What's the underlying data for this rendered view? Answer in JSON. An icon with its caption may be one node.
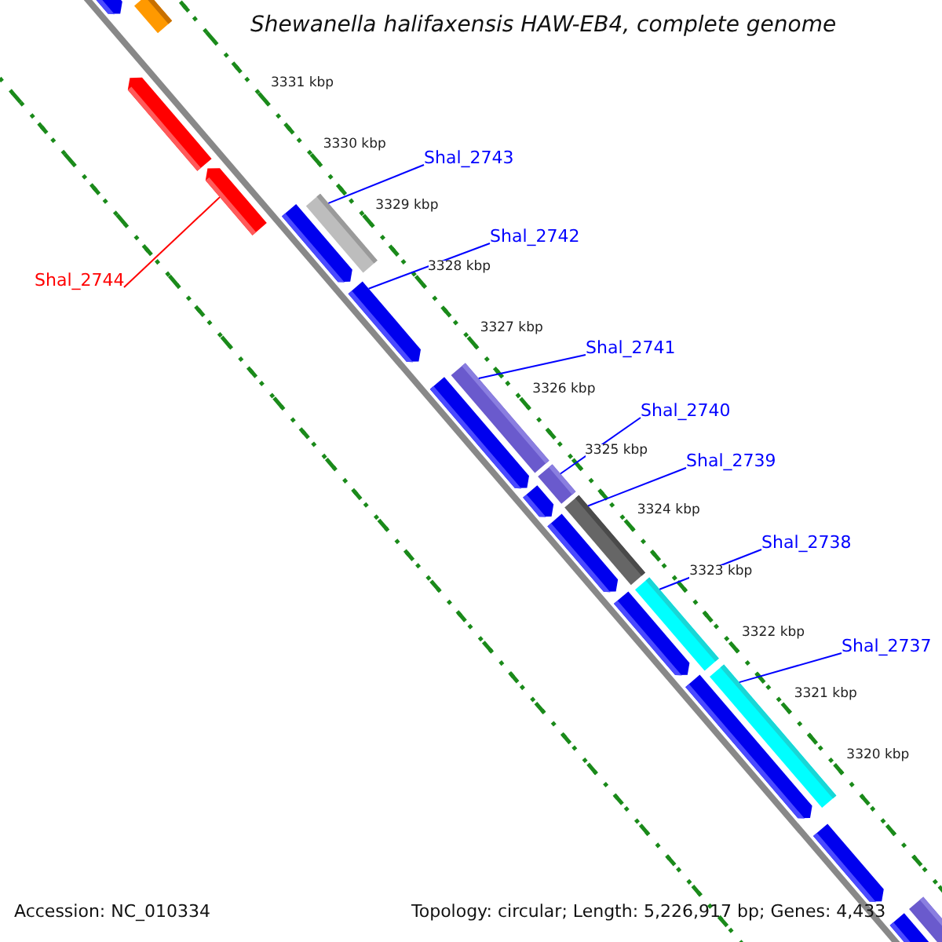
{
  "diagram": {
    "title": "Shewanella halifaxensis HAW-EB4, complete genome",
    "nodes": [
      {
        "text": [
          "Shal_2743"
        ]
      },
      {
        "text": [
          "Shal_2742"
        ]
      },
      {
        "text": [
          "Shal_2744"
        ]
      },
      {
        "text": [
          "Shal_2741"
        ]
      },
      {
        "text": [
          "Shal_2740"
        ]
      },
      {
        "text": [
          "Shal_2739"
        ]
      },
      {
        "text": [
          "Shal_2738"
        ]
      },
      {
        "text": [
          "Shal_2737"
        ]
      },
      {
        "text": [],
        "shape": "bar"
      },
      {
        "text": [],
        "shape": "bar"
      },
      {
        "text": [],
        "shape": "bar"
      },
      {
        "text": [],
        "shape": "bar"
      },
      {
        "text": [],
        "shape": "bar"
      },
      {
        "text": [],
        "shape": "bar"
      },
      {
        "text": [],
        "shape": "bar"
      },
      {
        "text": [],
        "shape": "bar"
      },
      {
        "text": [],
        "shape": "bar"
      },
      {
        "text": [],
        "shape": "bar"
      },
      {
        "text": [],
        "shape": "bar"
      },
      {
        "text": [],
        "shape": "bar"
      },
      {
        "text": [],
        "shape": "bar"
      },
      {
        "text": [],
        "shape": "bar"
      },
      {
        "text": [],
        "shape": "bar"
      },
      {
        "text": [],
        "shape": "bar"
      },
      {
        "text": [],
        "shape": "bar"
      },
      {
        "text": [],
        "shape": "bar"
      },
      {
        "text": [],
        "shape": "bar"
      },
      {
        "text": [],
        "shape": "bar"
      }
    ],
    "edges": [
      {
        "from": 0,
        "to": 13,
        "arrow": "none"
      },
      {
        "from": 1,
        "to": 14,
        "arrow": "none"
      },
      {
        "from": 2,
        "to": 11,
        "arrow": "none",
        "color": "#ff0000"
      },
      {
        "from": 3,
        "to": 15,
        "arrow": "none"
      },
      {
        "from": 4,
        "to": 17,
        "arrow": "none"
      },
      {
        "from": 5,
        "to": 19,
        "arrow": "none"
      },
      {
        "from": 6,
        "to": 22,
        "arrow": "none"
      },
      {
        "from": 7,
        "to": 23,
        "arrow": "none"
      }
    ],
    "labels": [
      "3331 kbp",
      "3330 kbp",
      "3329 kbp",
      "3328 kbp",
      "3327 kbp",
      "3326 kbp",
      "3325 kbp",
      "3324 kbp",
      "3323 kbp",
      "3322 kbp",
      "3321 kbp",
      "3320 kbp",
      "Accession: NC_010334",
      "Topology: circular; Length: 5,226,917 bp; Genes: 4,433"
    ]
  }
}
